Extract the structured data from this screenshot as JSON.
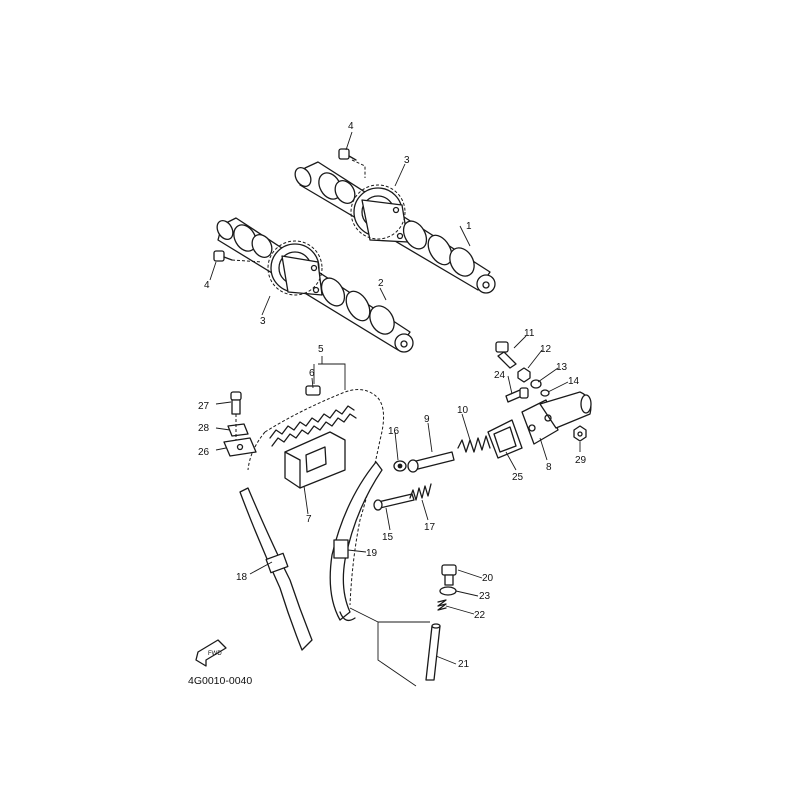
{
  "diagram": {
    "part_numbers": [
      "1",
      "2",
      "3",
      "3",
      "4",
      "4",
      "5",
      "6",
      "7",
      "8",
      "9",
      "10",
      "11",
      "12",
      "13",
      "14",
      "15",
      "16",
      "17",
      "18",
      "19",
      "20",
      "21",
      "22",
      "23",
      "24",
      "25",
      "26",
      "27",
      "28",
      "29"
    ],
    "code": "4G0010-0040",
    "fwd_label": "FWD"
  }
}
